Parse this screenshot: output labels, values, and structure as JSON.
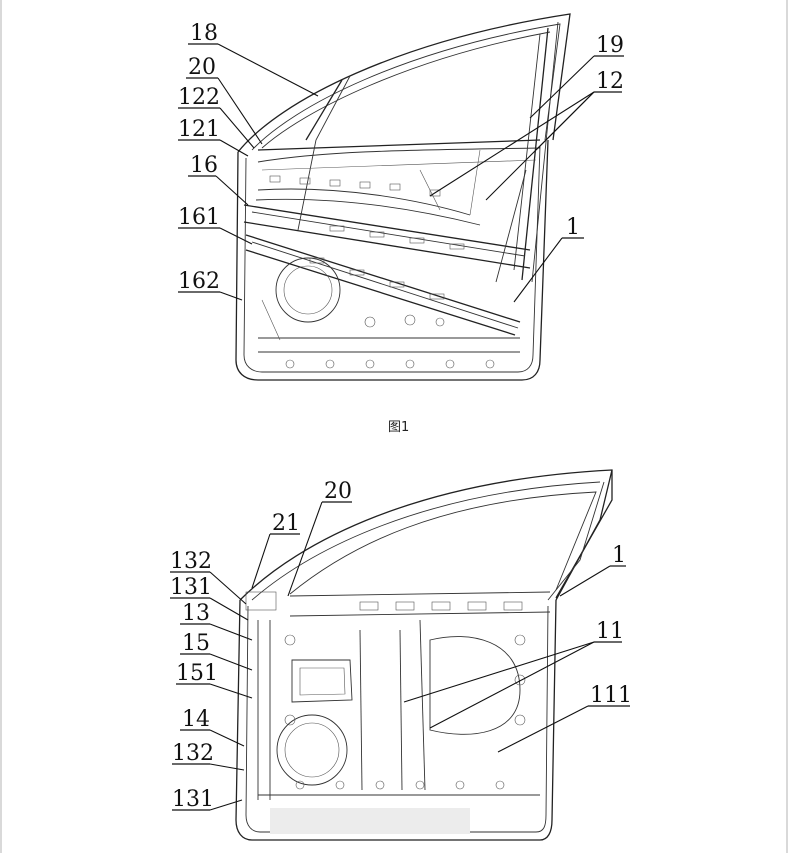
{
  "figure1": {
    "caption": "图1",
    "labels": [
      "18",
      "20",
      "122",
      "121",
      "16",
      "161",
      "162",
      "19",
      "12",
      "1"
    ]
  },
  "figure2": {
    "labels": [
      "20",
      "21",
      "132",
      "131",
      "13",
      "15",
      "151",
      "14",
      "132",
      "131",
      "1",
      "11",
      "111"
    ]
  },
  "colors": {
    "line": "#222222",
    "background": "#ffffff"
  }
}
